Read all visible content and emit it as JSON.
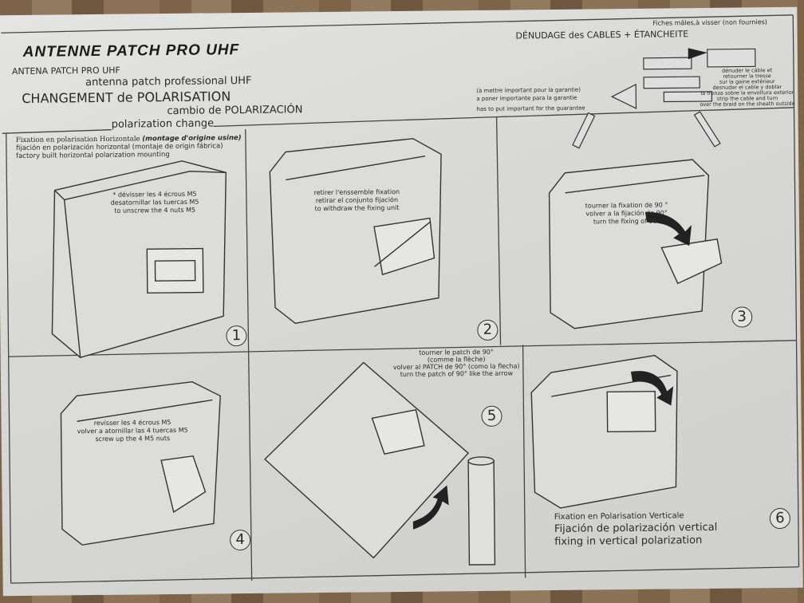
{
  "header": {
    "title": "ANTENNE  PATCH PRO  UHF",
    "subtitle_es": "ANTENA PATCH PRO UHF",
    "subtitle_en": "antenna patch professional UHF",
    "change_fr": "CHANGEMENT de  POLARISATION",
    "change_es": "cambio de POLARIZACIÓN",
    "change_en": "polarization change"
  },
  "cables": {
    "connectors_note": "Fiches mâles,à visser (non fournies)",
    "title": "DÉNUDAGE des CABLES + ÉTANCHEITE",
    "warranty_fr": "(à mettre important pour la garantie)",
    "warranty_es": "a poner importante para la garantie",
    "warranty_en": "has to put important for the guarantee",
    "strip_fr": [
      "dénuder le câble et",
      "retourner la tresse",
      "sur la gaine extérieur"
    ],
    "strip_es": [
      "desnudar el cable y doblar",
      "la trenza sobre la envoltura exterior"
    ],
    "strip_en": [
      "strip the cable and turn",
      "over the braid on the sheath outside"
    ]
  },
  "steps": [
    {
      "number": "1",
      "heading_fr": "Fixation en polarisation Horizontale",
      "heading_fr_note": "(montage d'origine usine)",
      "heading_es": "fijación en polarización horizontal  (montaje de origin fábrica)",
      "heading_en": "factory built horizontal polarization mounting",
      "lines": [
        "* dévisser les 4 écrous M5",
        "desatornillar las tuercas M5",
        "to unscrew the 4 nuts M5"
      ]
    },
    {
      "number": "2",
      "lines": [
        "retirer l'enssemble fixation",
        "retirar el conjunto fijación",
        "to withdraw the fixing unit"
      ]
    },
    {
      "number": "3",
      "lines": [
        "tourner la fixation de 90 °",
        "volver a la fijación de 90°",
        "turn the fixing of 90°"
      ]
    },
    {
      "number": "4",
      "lines": [
        "revisser les 4 écrous M5",
        "volver a atornillar las 4 tuercas M5",
        "screw up the 4  M5 nuts"
      ]
    },
    {
      "number": "5",
      "lines": [
        "tourner le patch de 90°",
        "(comme la flèche)",
        "volver al PATCH de 90° (como la flecha)",
        "turn the patch of 90° like the arrow"
      ]
    },
    {
      "number": "6",
      "lines": [
        "Fixation en Polarisation Verticale",
        "Fijación de polarización vertical",
        "fixing in vertical polarization"
      ]
    }
  ]
}
